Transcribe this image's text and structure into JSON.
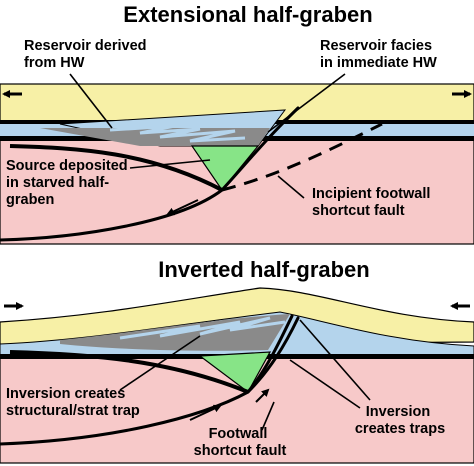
{
  "panels": {
    "extensional": {
      "title": "Extensional half-graben",
      "labels": {
        "reservoir_hw": [
          "Reservoir derived",
          "from HW"
        ],
        "reservoir_facies": [
          "Reservoir facies",
          "in immediate HW"
        ],
        "source": [
          "Source deposited",
          "in starved half-",
          "graben"
        ],
        "incipient": [
          "Incipient footwall",
          "shortcut fault"
        ]
      }
    },
    "inverted": {
      "title": "Inverted half-graben",
      "labels": {
        "inversion_trap": [
          "Inversion creates",
          "structural/strat trap"
        ],
        "footwall": [
          "Footwall",
          "shortcut fault"
        ],
        "inversion_traps": [
          "Inversion",
          "creates traps"
        ]
      }
    }
  },
  "colors": {
    "cover": "#f7f0a6",
    "reservoir": "#b4d4ec",
    "source": "#87e487",
    "basement": "#f7c9c9",
    "shale": "#8a8a8a",
    "black": "#000000"
  },
  "icons": {
    "extension_arrows": "double-outward-arrow-icon"
  }
}
